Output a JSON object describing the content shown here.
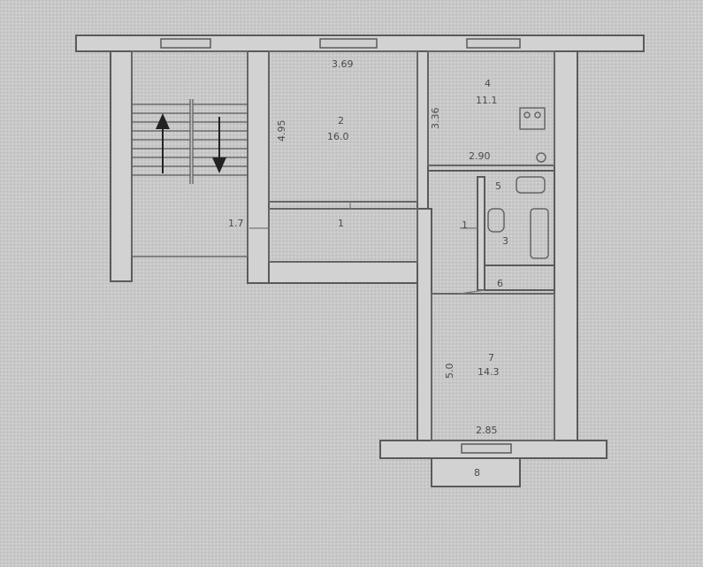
{
  "colors": {
    "paper": "#c9c9c9",
    "ink": "#5a5a5a",
    "wall_fill": "#d2d2d2"
  },
  "rooms": [
    {
      "number": "2",
      "area": "16.0",
      "width": "3.69",
      "depth": "4.95"
    },
    {
      "number": "4",
      "area": "11.1",
      "depth": "3.36",
      "width": "2.90"
    },
    {
      "number": "1",
      "dim": "1.7"
    },
    {
      "number": "3",
      "dim": "1"
    },
    {
      "number": "5"
    },
    {
      "number": "6"
    },
    {
      "number": "7",
      "area": "14.3",
      "depth": "5.0",
      "width": "2.85"
    },
    {
      "number": "8"
    }
  ],
  "stairs": {
    "up_arrow": "up-arrow-icon",
    "down_arrow": "down-arrow-icon"
  }
}
